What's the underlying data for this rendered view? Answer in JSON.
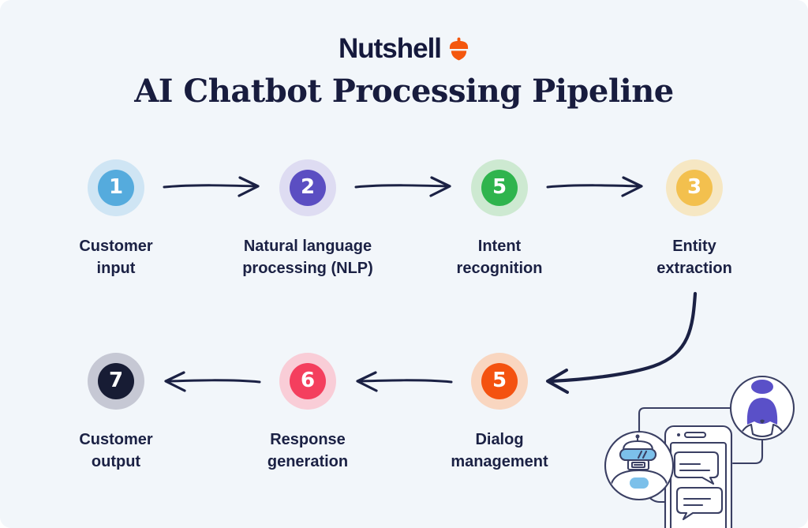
{
  "logo": {
    "text": "Nutshell",
    "acorn_color": "#f4570e"
  },
  "title": "AI Chatbot Processing Pipeline",
  "theme": {
    "background": "#f2f6fa",
    "ink": "#1b2144",
    "title_color": "#181c3e",
    "illustration_line": "#3a3f63"
  },
  "pipeline": {
    "row1": [
      {
        "number": "1",
        "label": "Customer input",
        "lines": [
          "Customer",
          "input"
        ],
        "circle_color": "#55abdd",
        "ring_color": "#cfe5f4"
      },
      {
        "number": "2",
        "label": "Natural language processing (NLP)",
        "lines": [
          "Natural language",
          "processing (NLP)"
        ],
        "circle_color": "#5b4ec2",
        "ring_color": "#dedcf2"
      },
      {
        "number": "5",
        "label": "Intent recognition",
        "lines": [
          "Intent",
          "recognition"
        ],
        "circle_color": "#2fb44d",
        "ring_color": "#cde9d1"
      },
      {
        "number": "3",
        "label": "Entity extraction",
        "lines": [
          "Entity",
          "extraction"
        ],
        "circle_color": "#f3c04e",
        "ring_color": "#f6e7c3"
      }
    ],
    "row2": [
      {
        "number": "7",
        "label": "Customer output",
        "lines": [
          "Customer",
          "output"
        ],
        "circle_color": "#171c34",
        "ring_color": "#c6c8d4"
      },
      {
        "number": "6",
        "label": "Response generation",
        "lines": [
          "Response",
          "generation"
        ],
        "circle_color": "#f43f5e",
        "ring_color": "#f9cdd7"
      },
      {
        "number": "5",
        "label": "Dialog management",
        "lines": [
          "Dialog",
          "management"
        ],
        "circle_color": "#f45210",
        "ring_color": "#f9d6c0"
      }
    ]
  },
  "illustration": {
    "robot_accent": "#7cc0ea",
    "person_hair": "#5a50c8",
    "icons": [
      "robot-icon",
      "smartphone-icon",
      "chat-bubbles-icon",
      "person-icon"
    ]
  }
}
